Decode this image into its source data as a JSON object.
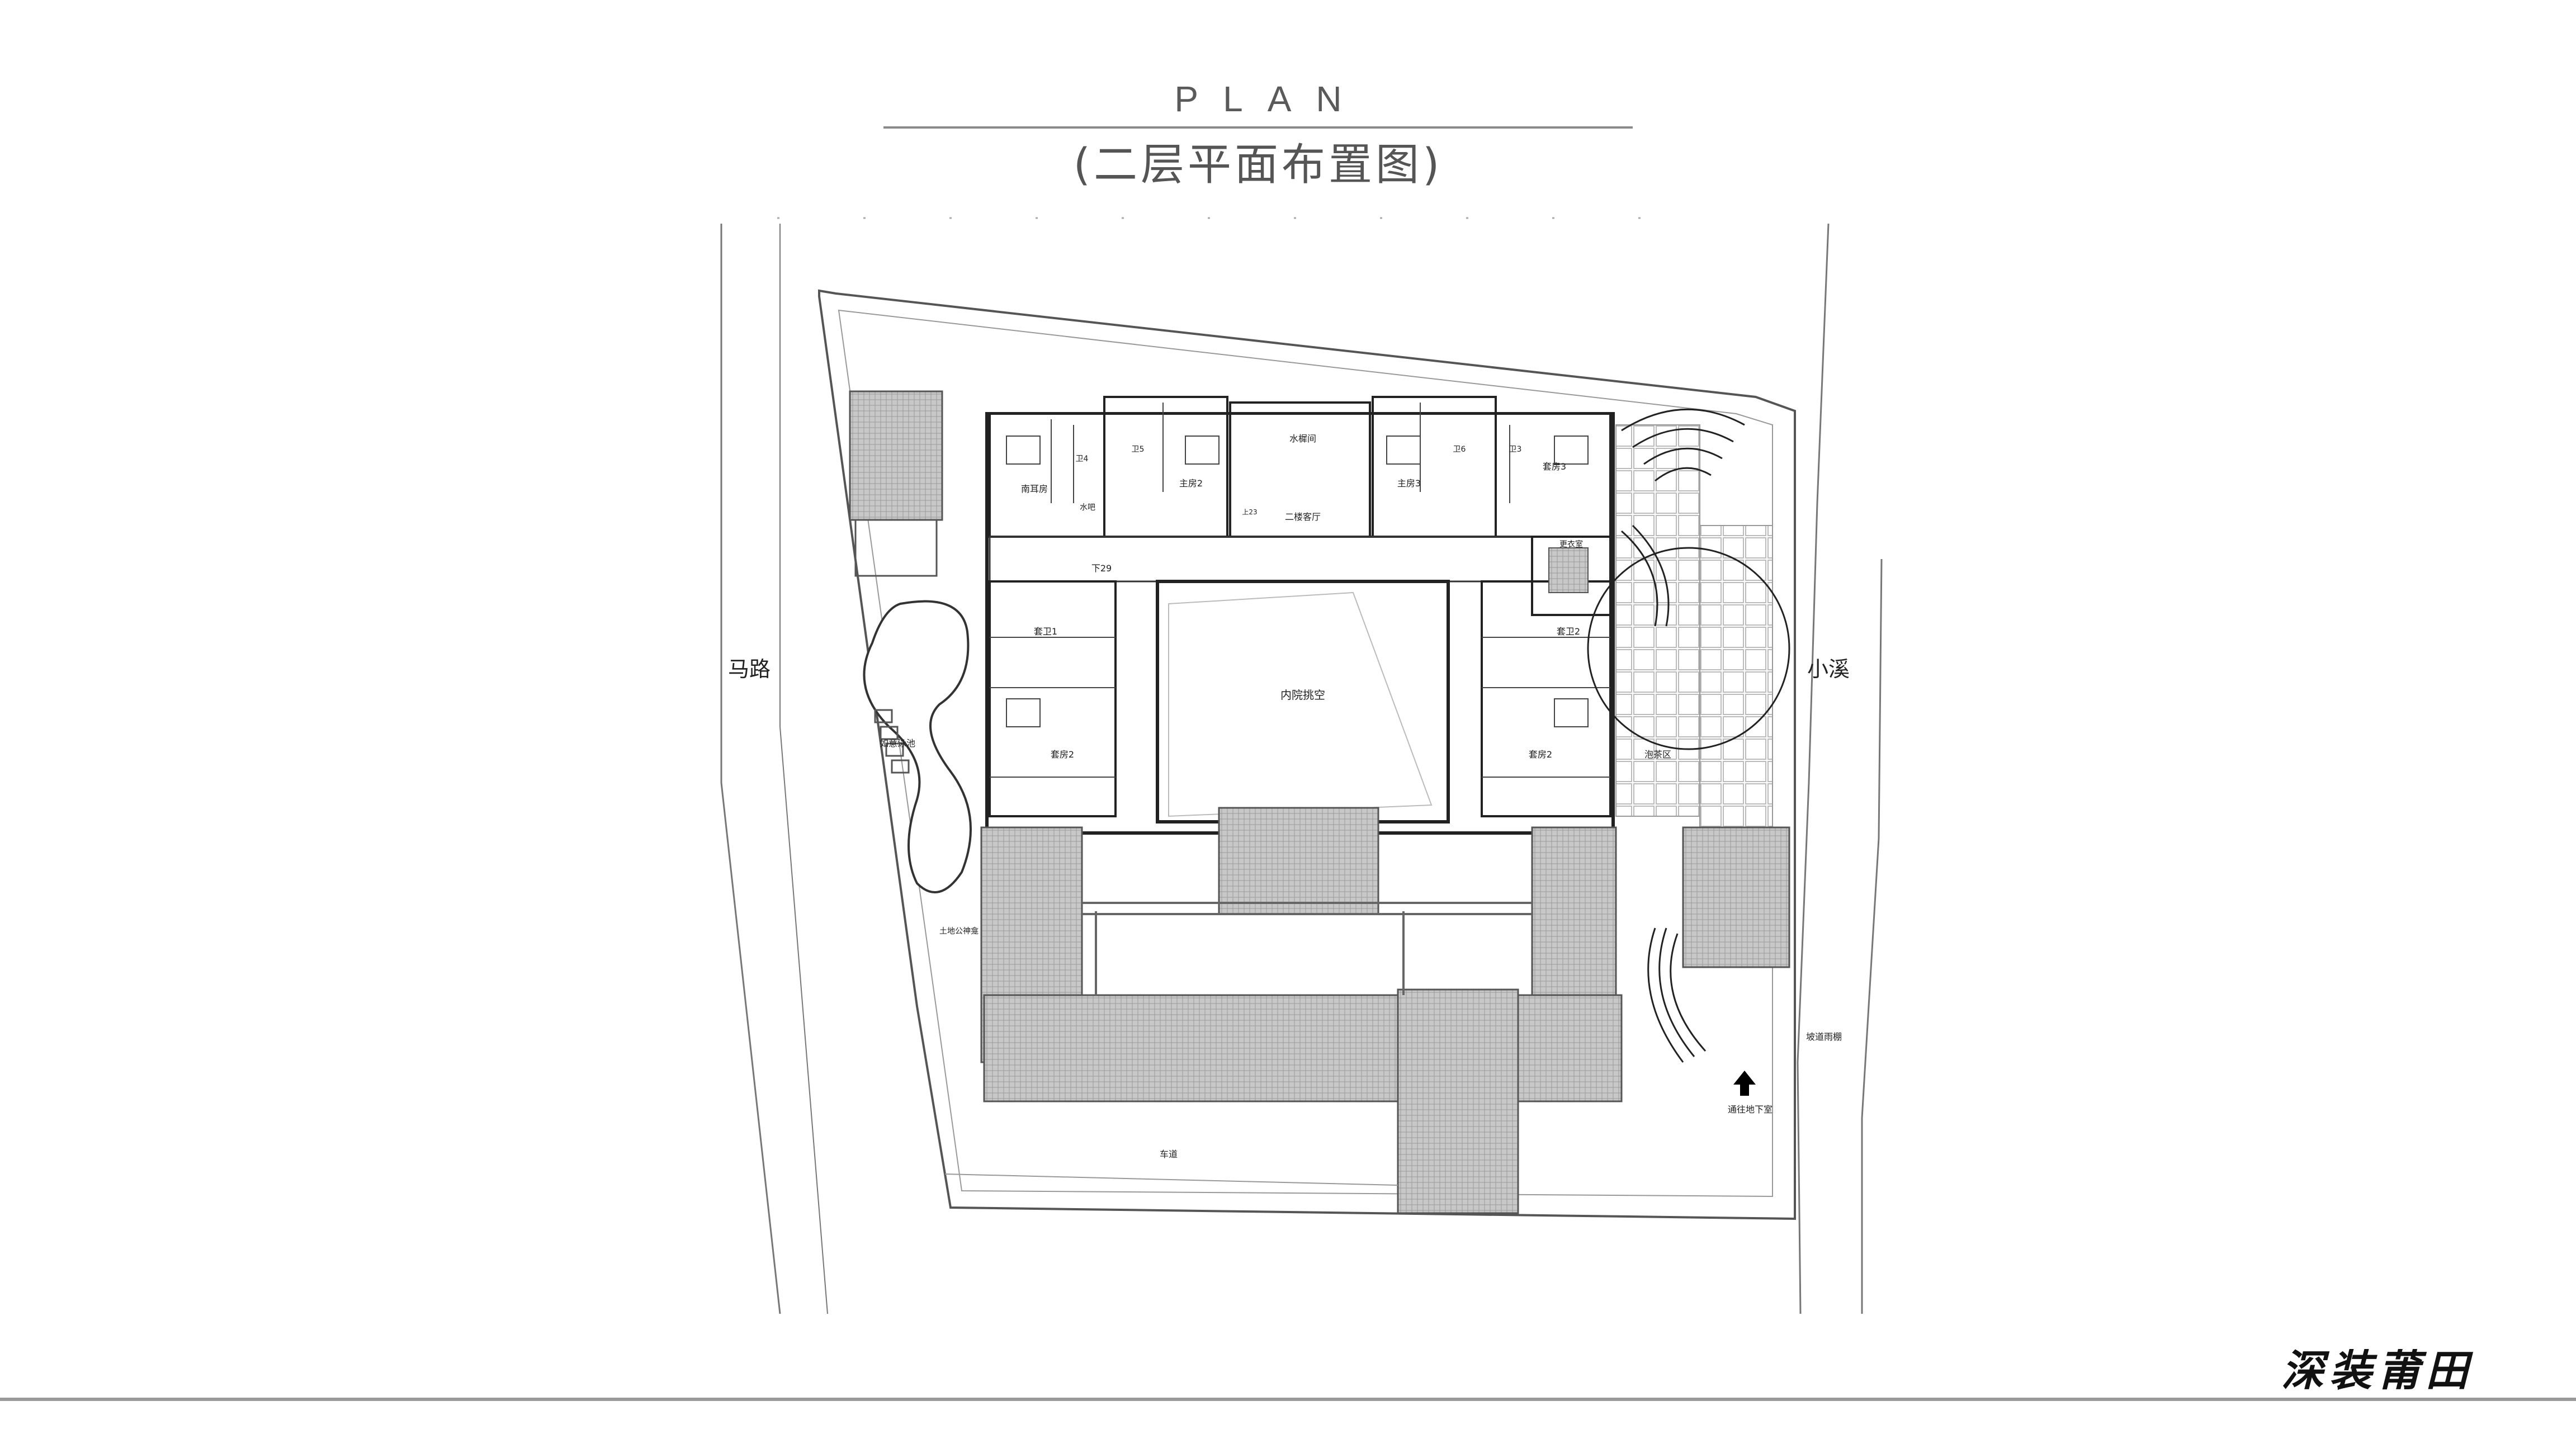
{
  "header": {
    "title": "PLAN",
    "subtitle": "(二层平面布置图)"
  },
  "labels": {
    "road": "马路",
    "stream": "小溪",
    "courtyard": "内院挑空",
    "water_room": "水樨间",
    "living_2f": "二楼客厅",
    "master_2": "主房2",
    "master_3": "主房3",
    "suite_3_top": "套房3",
    "south_ear": "南耳房",
    "bar": "水吧",
    "bath_4": "卫4",
    "bath_5": "卫5",
    "bath_6": "卫6",
    "bath_3": "卫3",
    "suite_bath_1": "套卫1",
    "suite_bath_2": "套卫2",
    "suite_2_left": "套房2",
    "suite_2_right": "套房2",
    "changing_room": "更衣室",
    "pool_lounge": "泡茶区",
    "pool": "如意泳池",
    "shrine": "土地公神龛",
    "driveway": "车道",
    "ramp_note": "坡道雨棚",
    "basement": "通往地下室",
    "stair_down": "下29",
    "stair_up": "上23"
  },
  "footer": {
    "brand": "深装莆田"
  }
}
